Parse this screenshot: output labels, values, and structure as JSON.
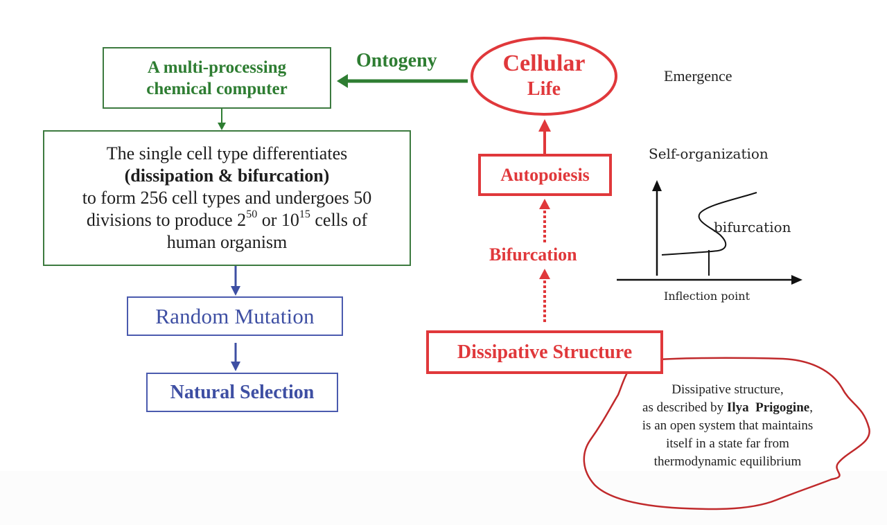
{
  "left_flow": {
    "top_box": {
      "line1": "A multi-processing",
      "line2": "chemical computer",
      "color": "#2e7d32"
    },
    "differentiation_box": {
      "line1": "The single cell type differentiates",
      "line2": "(dissipation & bifurcation)",
      "line3": "to form 256 cell types and undergoes 50",
      "line4_prefix": "divisions to produce 2",
      "line4_exp1": "50",
      "line4_mid": " or 10",
      "line4_exp2": "15",
      "line4_suffix": " cells of",
      "line5": "human organism"
    },
    "mutation_box": {
      "label": "Random Mutation",
      "color": "#3e4fa3"
    },
    "selection_box": {
      "label": "Natural Selection",
      "color": "#3e4fa3"
    }
  },
  "connector": {
    "ontogeny_label": "Ontogeny"
  },
  "right_flow": {
    "cellular_life": {
      "line1": "Cellular",
      "line2": "Life",
      "color": "#e0383b"
    },
    "emergence_label": "Emergence",
    "autopoiesis_box": {
      "label": "Autopoiesis"
    },
    "bifurcation_label": "Bifurcation",
    "dissipative_box": {
      "label": "Dissipative Structure"
    }
  },
  "mini_plot": {
    "title": "Self-organization",
    "curve_label": "bifurcation",
    "x_axis_label": "Inflection point"
  },
  "annotation_note": {
    "line1": "Dissipative structure,",
    "line2_prefix": "as described by ",
    "line2_bold": "Ilya  Prigogine",
    "line2_suffix": ",",
    "line3": "is an open system that maintains",
    "line4": "itself in a state far from",
    "line5": "thermodynamic equilibrium",
    "outline_color": "#c0292b"
  }
}
